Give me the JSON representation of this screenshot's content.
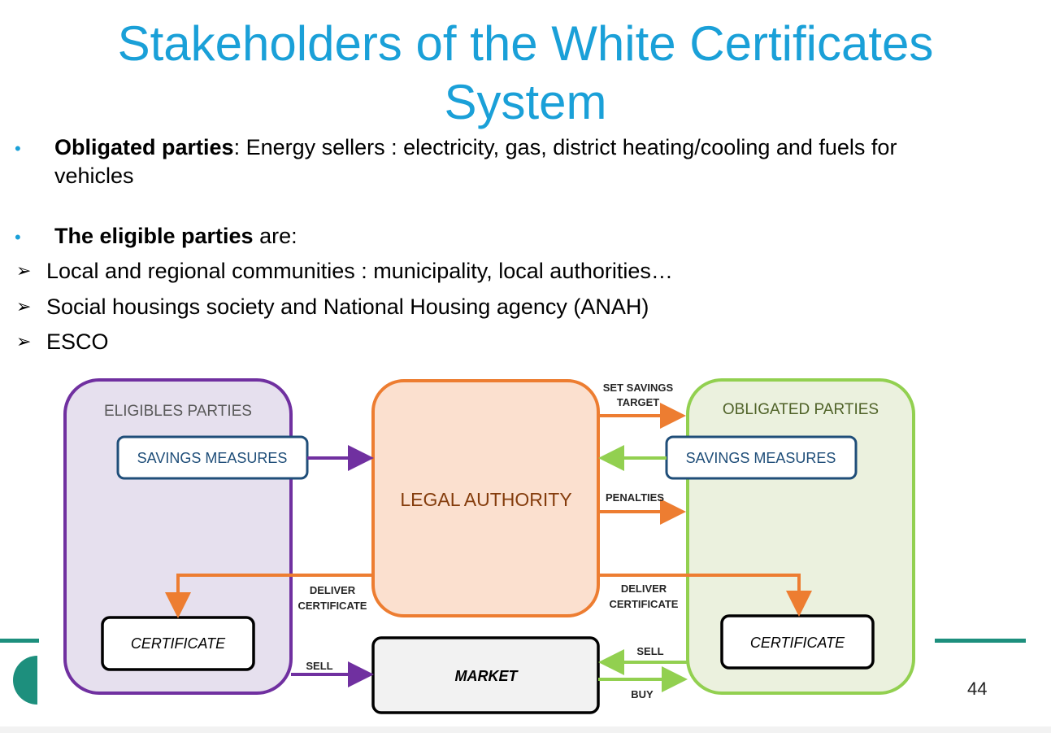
{
  "slide": {
    "title_line1": "Stakeholders of the White Certificates",
    "title_line2": "System",
    "bullet1_bold": "Obligated parties",
    "bullet1_rest": ": Energy sellers : electricity, gas, district heating/cooling and fuels for",
    "bullet1_cont": "vehicles",
    "bullet2_bold": "The eligible parties",
    "bullet2_rest": " are:",
    "sub_items": [
      "Local and regional communities : municipality, local authorities…",
      "Social housings society and National Housing agency (ANAH)",
      "ESCO"
    ],
    "page_number": "44"
  },
  "diagram": {
    "eligible_label": "ELIGIBLES PARTIES",
    "obligated_label": "OBLIGATED PARTIES",
    "legal_authority": "LEGAL AUTHORITY",
    "savings_left": "SAVINGS MEASURES",
    "savings_right": "SAVINGS MEASURES",
    "certificate_left": "CERTIFICATE",
    "certificate_right": "CERTIFICATE",
    "market": "MARKET",
    "set_savings_1": "SET SAVINGS",
    "set_savings_2": "TARGET",
    "penalties": "PENALTIES",
    "deliver_left_1": "DELIVER",
    "deliver_left_2": "CERTIFICATE",
    "deliver_right_1": "DELIVER",
    "deliver_right_2": "CERTIFICATE",
    "sell_left": "SELL",
    "sell_right": "SELL",
    "buy": "BUY"
  },
  "colors": {
    "title": "#1aa0d8",
    "eligible_border": "#7030a0",
    "eligible_fill": "#e6e0ee",
    "obligated_border": "#92d050",
    "obligated_fill": "#ebf1de",
    "legal_border": "#ed7d31",
    "legal_fill": "#fbe0cf",
    "savings_border": "#1f4e79",
    "accent_teal": "#1d8f7d"
  }
}
